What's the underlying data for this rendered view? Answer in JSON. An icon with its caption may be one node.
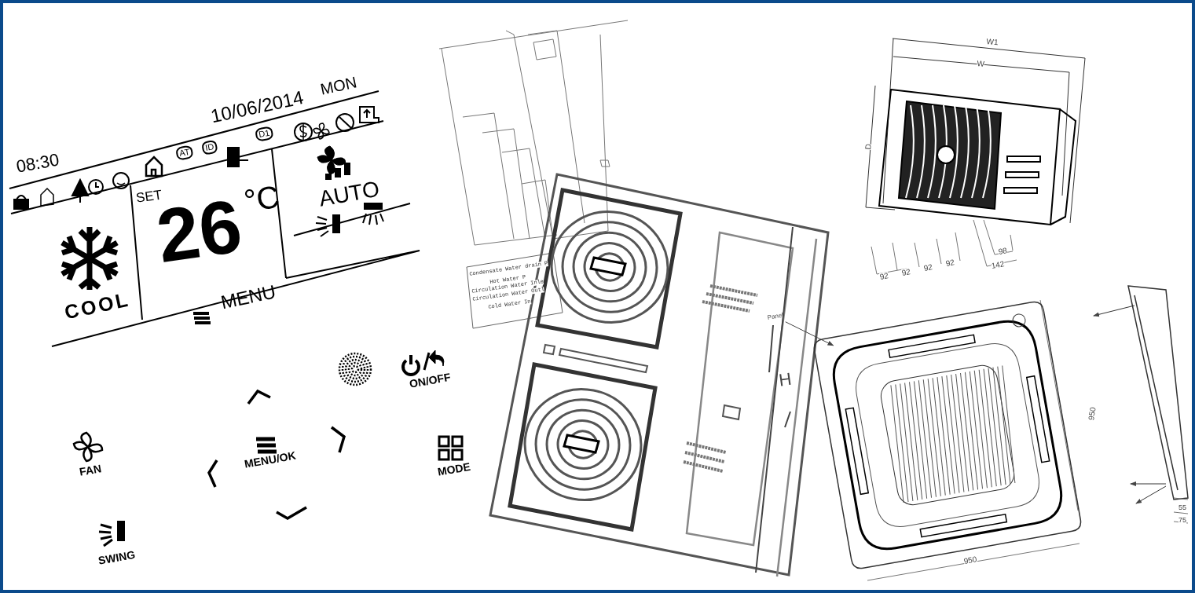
{
  "diagram": {
    "nodes": [
      {
        "text": [
          "Panel"
        ]
      },
      {
        "text": [],
        "shape": "picture"
      }
    ],
    "edges": [
      {
        "from": 0,
        "to": 1,
        "arrow": "to"
      }
    ],
    "labels": [
      "08:30",
      "10/06/2014",
      "MON",
      "AT",
      "ID",
      "D1",
      "SET",
      "26",
      "°C",
      "AUTO",
      "COOL",
      "MENU",
      "ON/OFF",
      "FAN",
      "MENU/OK",
      "MODE",
      "SWING",
      "Condensate Water drain P",
      "Hot Water P",
      "Circulation Water Inle",
      "Circulation Water Outl",
      "Cold Water In",
      "H",
      "W1",
      "W",
      "D",
      "92",
      "92",
      "92",
      "92",
      "98",
      "142",
      "950",
      "950",
      "55",
      "75"
    ]
  }
}
